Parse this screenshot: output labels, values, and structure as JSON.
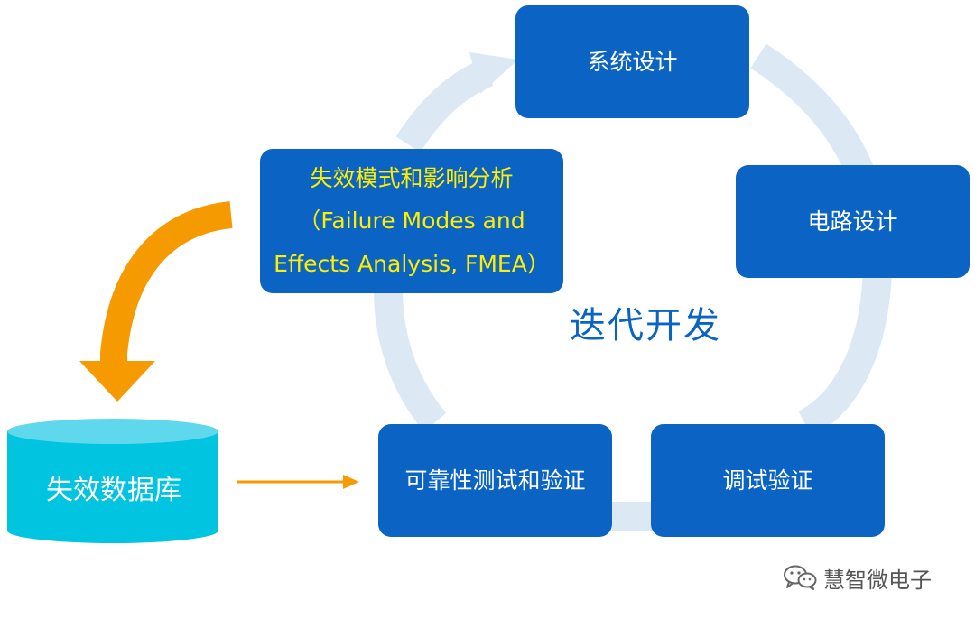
{
  "center_label": "迭代开发",
  "nodes": {
    "system_design": "系统设计",
    "circuit_design": "电路设计",
    "debug_verify": "调试验证",
    "reliability_test": "可靠性测试和验证",
    "fmea": {
      "line1": "失效模式和影响分析",
      "line2": "（Failure Modes and",
      "line3": "Effects Analysis, FMEA）"
    }
  },
  "database": {
    "label": "失效数据库"
  },
  "watermark": {
    "text": "慧智微电子",
    "icon": "wechat-icon"
  },
  "colors": {
    "node_fill": "#0b63c4",
    "node_text": "#ffffff",
    "fmea_text": "#ffee00",
    "cycle_ring": "#dce8f4",
    "arrow_orange": "#f59a00",
    "database_fill": "#00c4e0",
    "database_top": "#5fd8ee"
  }
}
